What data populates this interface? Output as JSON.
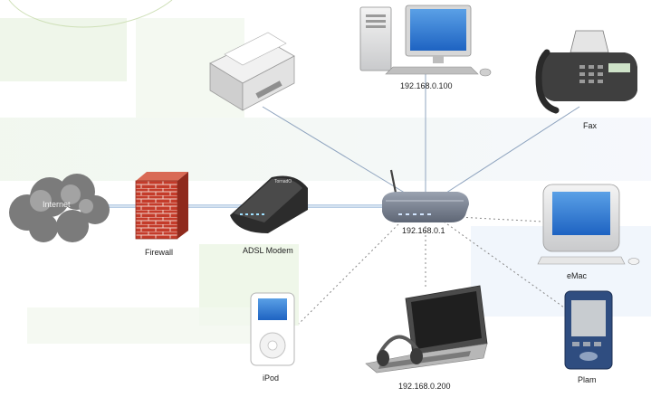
{
  "diagram": {
    "nodes": {
      "internet": "Internet",
      "firewall": "Firewall",
      "modem": "ADSL Modem",
      "modem_brand": "TornadO",
      "router": "192.168.0.1",
      "desktop": "192.168.0.100",
      "fax": "Fax",
      "emac": "eMac",
      "laptop": "192.168.0.200",
      "ipod": "iPod",
      "palm": "Plam"
    },
    "colors": {
      "wired_link": "#8fa4bf",
      "wireless_link": "#888888",
      "backbone": "#b8cde4",
      "router_body": "#7a8393",
      "brick": "#c43b2a"
    },
    "icons": [
      "cloud-icon",
      "firewall-icon",
      "modem-icon",
      "router-icon",
      "printer-icon",
      "desktop-computer-icon",
      "fax-icon",
      "emac-icon",
      "laptop-icon",
      "headphones-icon",
      "ipod-icon",
      "palm-icon"
    ]
  }
}
